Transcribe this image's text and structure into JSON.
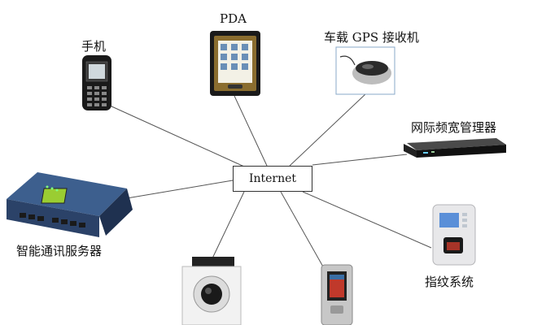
{
  "hub": {
    "label": "Internet"
  },
  "nodes": {
    "phone": {
      "label": "手机",
      "icon": "mobile-phone-icon"
    },
    "pda": {
      "label": "PDA",
      "icon": "pda-icon"
    },
    "gps": {
      "label": "车载 GPS 接收机",
      "icon": "gps-receiver-icon"
    },
    "bandwidth": {
      "label": "网际频宽管理器",
      "icon": "bandwidth-manager-icon"
    },
    "fingerprint": {
      "label": "指纹系统",
      "icon": "fingerprint-scanner-icon"
    },
    "camera": {
      "label": "",
      "icon": "network-camera-icon"
    },
    "handheld": {
      "label": "",
      "icon": "handheld-terminal-icon"
    },
    "server": {
      "label": "智能通讯服务器",
      "icon": "communication-server-icon"
    }
  },
  "colors": {
    "line": "#555555",
    "device_dark": "#1a1a1a",
    "server_blue": "#2f4f7a",
    "screen_green": "#9acd32"
  }
}
